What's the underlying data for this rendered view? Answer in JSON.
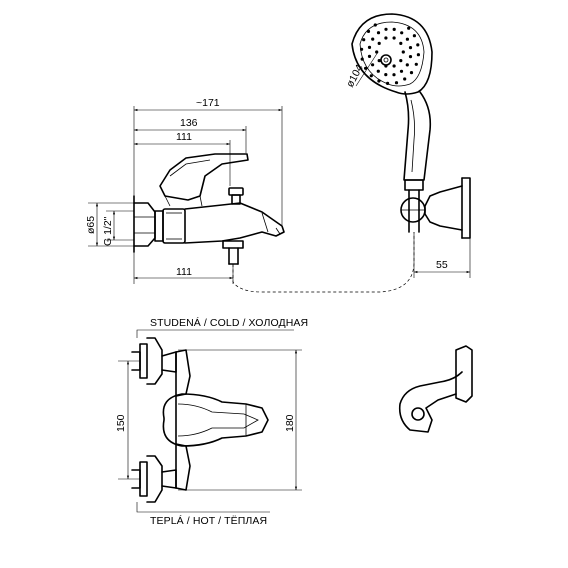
{
  "dimensions": {
    "overall_length": "~171",
    "length_136": "136",
    "length_111_top": "111",
    "length_111_bottom": "111",
    "diameter_65": "ø65",
    "thread": "G 1/2\"",
    "shower_head_diameter": "ø104",
    "holder_offset": "55",
    "inlet_spacing": "150",
    "overall_height": "180"
  },
  "labels": {
    "cold": "STUDENÁ / COLD / ХОЛОДНАЯ",
    "hot": "TEPLÁ / HOT / ТЁПЛАЯ"
  }
}
